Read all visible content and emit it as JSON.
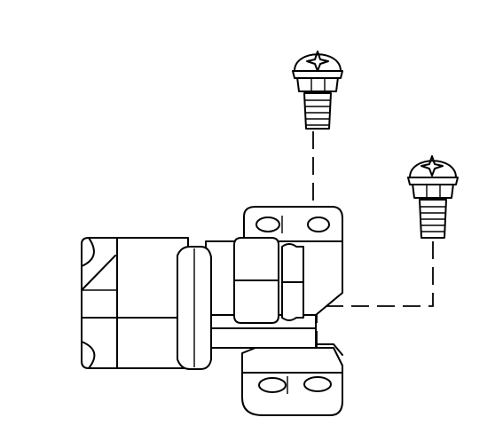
{
  "diagram": {
    "parts": [
      {
        "name": "flange-bolt",
        "icon": "hex-flange-bolt-icon",
        "count": 2
      },
      {
        "name": "pipe-fitting-assembly",
        "icon": "pipe-fitting-icon",
        "count": 1
      }
    ],
    "colors": {
      "line": "#000000",
      "background": "#ffffff"
    }
  }
}
